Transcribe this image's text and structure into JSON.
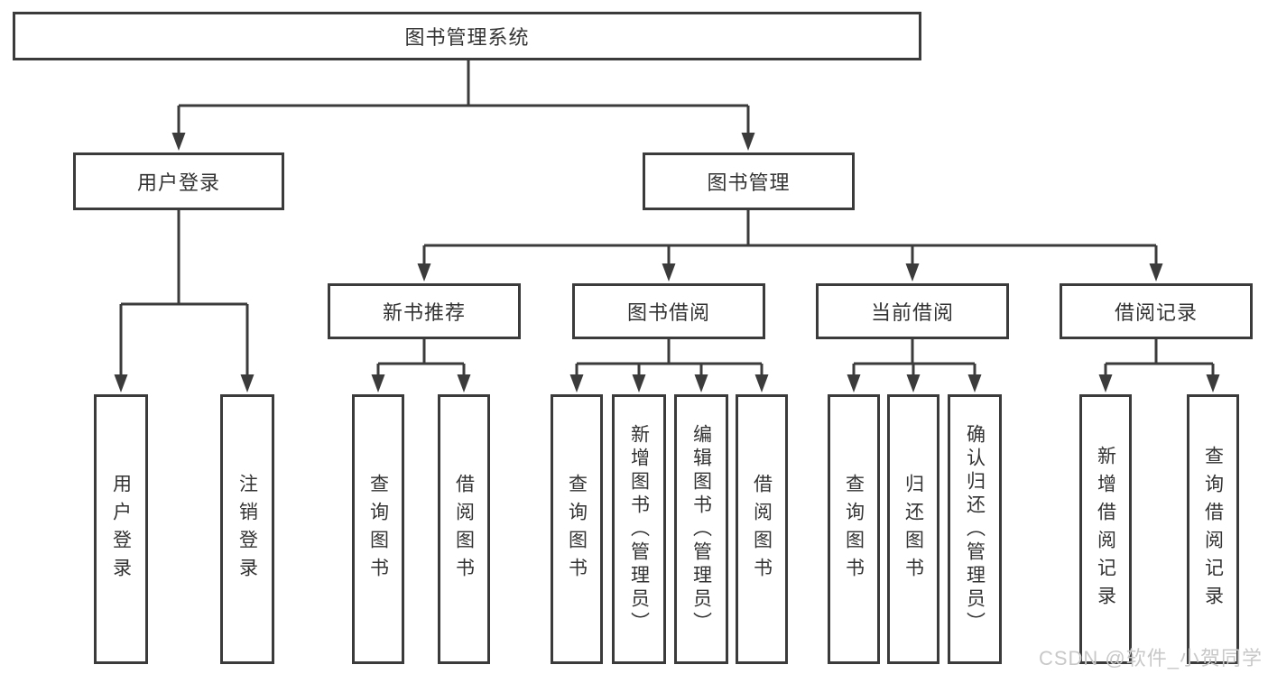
{
  "colors": {
    "line": "#3b3b3b",
    "text": "#333333",
    "watermark": "#c8c8c8",
    "background": "#ffffff"
  },
  "watermark": "CSDN @软件_小贺同学",
  "tree": {
    "root": "图书管理系统",
    "branches": [
      {
        "label": "用户登录",
        "children": [
          "用户登录",
          "注销登录"
        ]
      },
      {
        "label": "图书管理",
        "groups": [
          {
            "label": "新书推荐",
            "children": [
              "查询图书",
              "借阅图书"
            ]
          },
          {
            "label": "图书借阅",
            "children": [
              "查询图书",
              "新增图书（管理员）",
              "编辑图书（管理员）",
              "借阅图书"
            ]
          },
          {
            "label": "当前借阅",
            "children": [
              "查询图书",
              "归还图书",
              "确认归还（管理员）"
            ]
          },
          {
            "label": "借阅记录",
            "children": [
              "新增借阅记录",
              "查询借阅记录"
            ]
          }
        ]
      }
    ]
  }
}
